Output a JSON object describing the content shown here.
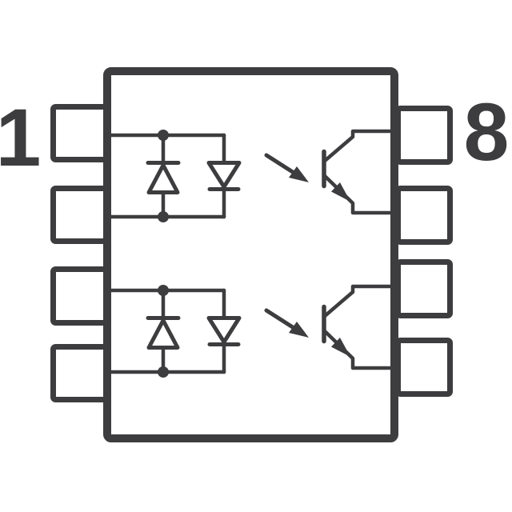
{
  "diagram": {
    "kind": "component-internal-schematic",
    "description": "8-pin dual-channel optocoupler internal connection diagram: each channel has an anti-parallel (AC input) LED pair on the left coupled by a light arrow to an NPN phototransistor on the right",
    "colors": {
      "line": "#3d3d3f",
      "background": "#ffffff"
    },
    "package": {
      "left_pin_boxes": 4,
      "right_pin_boxes": 4,
      "pin_labels": {
        "top_left": "1",
        "top_right": "8"
      }
    },
    "icons": [
      "package-outline-icon",
      "pin-box-icon",
      "diode-up-icon",
      "diode-down-icon",
      "junction-dot-icon",
      "light-arrow-icon",
      "phototransistor-icon",
      "emitter-arrow-icon"
    ],
    "channels": [
      {
        "name": "channel-1",
        "input": "anti-parallel LED pair",
        "output": "phototransistor"
      },
      {
        "name": "channel-2",
        "input": "anti-parallel LED pair",
        "output": "phototransistor"
      }
    ]
  }
}
